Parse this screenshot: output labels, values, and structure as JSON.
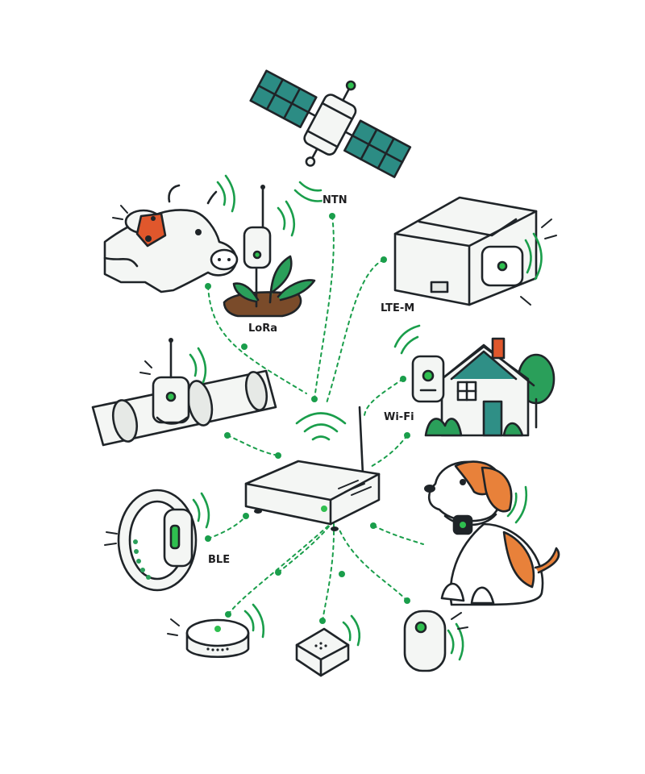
{
  "labels": {
    "ntn": "NTN",
    "lte_m": "LTE-M",
    "lora": "LoRa",
    "wifi": "Wi-Fi",
    "ble": "BLE"
  },
  "colors": {
    "accent_green": "#1a9e4b",
    "led_green": "#2fbf4f",
    "outline": "#1f2428",
    "orange": "#e8813a",
    "red_tag": "#e0572c",
    "teal": "#2f8f86",
    "panel_teal": "#2c8c84",
    "device_white": "#f4f6f4",
    "soil": "#7a4b2a"
  },
  "icons": [
    "satellite-icon",
    "package-tracker-icon",
    "cow-tag-icon",
    "soil-sensor-icon",
    "pipe-sensor-icon",
    "smart-home-icon",
    "dog-collar-icon",
    "wristband-icon",
    "hub-sensor-icon",
    "button-sensor-icon",
    "tag-sensor-icon",
    "gateway-router-icon"
  ]
}
